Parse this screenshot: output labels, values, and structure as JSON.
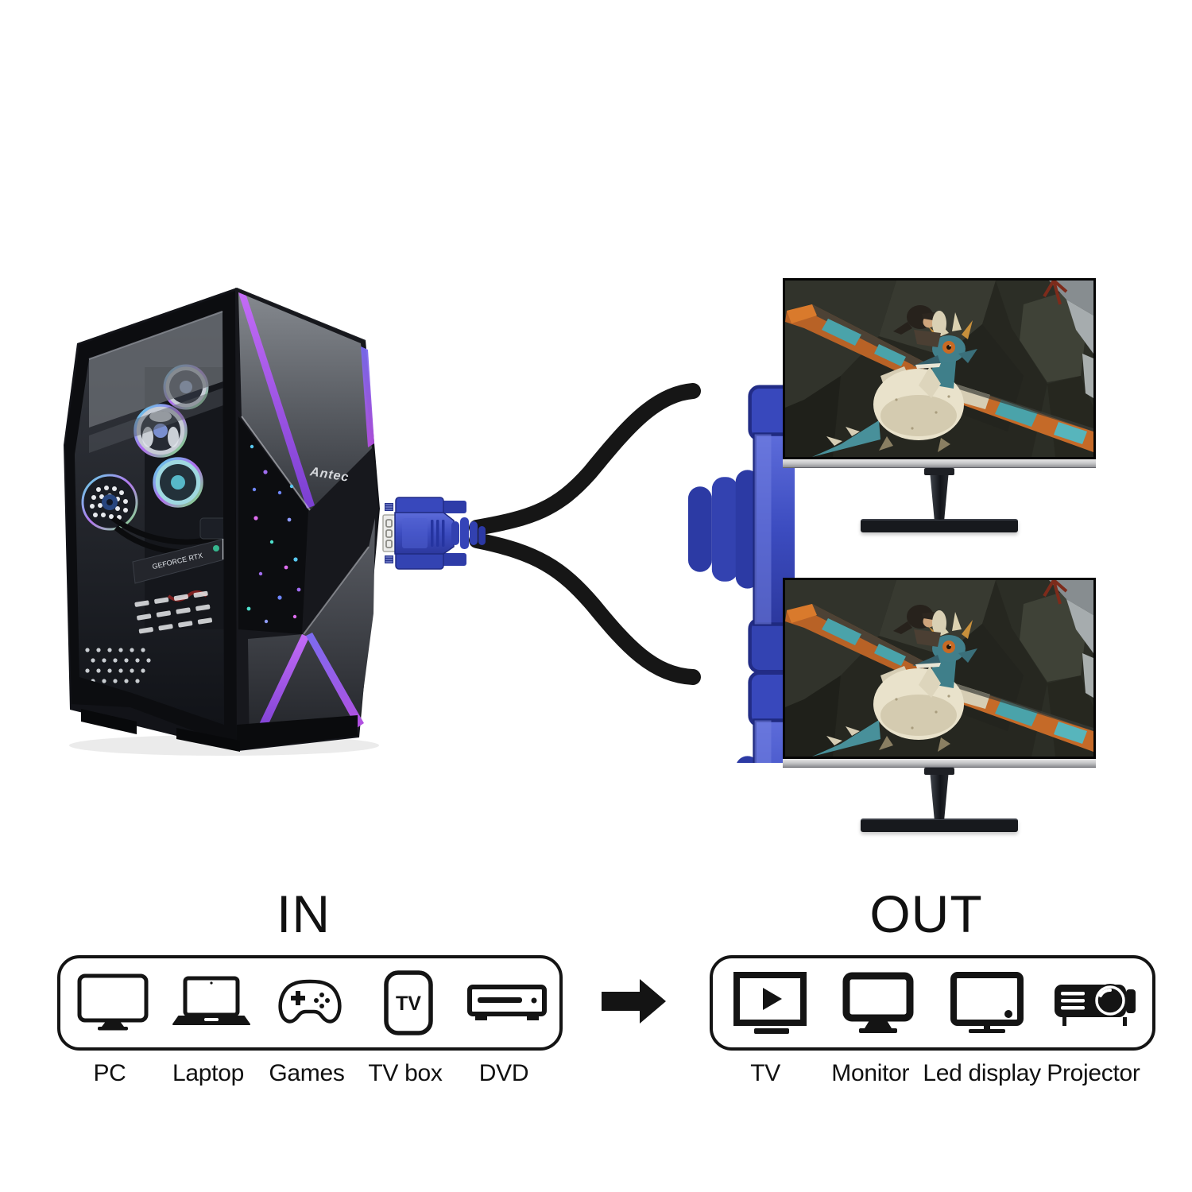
{
  "colors": {
    "background": "#ffffff",
    "outline": "#141414",
    "vga_blue": "#4152c4",
    "vga_blue_dark": "#2b38a0",
    "cable_black": "#161616",
    "metal_silver": "#d9d9d4",
    "tower_accent_purple": "#a757ea",
    "monitor_chin_silver": "#c2c3c5"
  },
  "tower": {
    "brand": "Antec",
    "gpu_label": "GEFORCE RTX"
  },
  "flow": {
    "in": {
      "title": "IN",
      "items": [
        {
          "label": "PC",
          "icon": "pc-icon"
        },
        {
          "label": "Laptop",
          "icon": "laptop-icon"
        },
        {
          "label": "Games",
          "icon": "gamepad-icon"
        },
        {
          "label": "TV box",
          "icon": "tv-box-icon",
          "icon_text": "TV"
        },
        {
          "label": "DVD",
          "icon": "dvd-player-icon"
        }
      ]
    },
    "arrow_icon": "right-arrow-icon",
    "out": {
      "title": "OUT",
      "items": [
        {
          "label": "TV",
          "icon": "tv-icon"
        },
        {
          "label": "Monitor",
          "icon": "monitor-icon"
        },
        {
          "label": "Led display",
          "icon": "led-display-icon"
        },
        {
          "label": "Projector",
          "icon": "projector-icon"
        }
      ]
    }
  }
}
